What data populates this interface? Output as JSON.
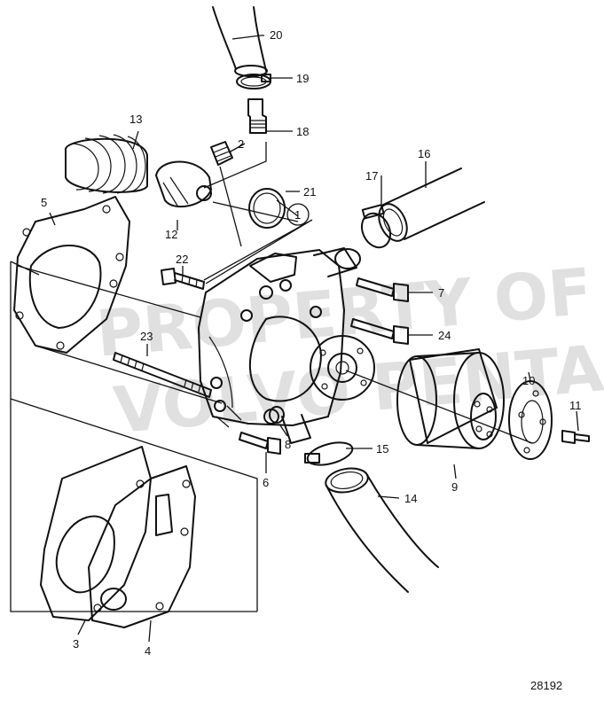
{
  "watermark": {
    "line1": "PROPERTY OF",
    "line2": "VOLVO PENTA"
  },
  "drawing_number": "28192",
  "callouts": [
    {
      "id": "callout-1",
      "number": "1"
    },
    {
      "id": "callout-2",
      "number": "2"
    },
    {
      "id": "callout-3",
      "number": "3"
    },
    {
      "id": "callout-4",
      "number": "4"
    },
    {
      "id": "callout-5",
      "number": "5"
    },
    {
      "id": "callout-6",
      "number": "6"
    },
    {
      "id": "callout-7",
      "number": "7"
    },
    {
      "id": "callout-8",
      "number": "8"
    },
    {
      "id": "callout-9",
      "number": "9"
    },
    {
      "id": "callout-10",
      "number": "10"
    },
    {
      "id": "callout-11",
      "number": "11"
    },
    {
      "id": "callout-12",
      "number": "12"
    },
    {
      "id": "callout-13",
      "number": "13"
    },
    {
      "id": "callout-14",
      "number": "14"
    },
    {
      "id": "callout-15",
      "number": "15"
    },
    {
      "id": "callout-16",
      "number": "16"
    },
    {
      "id": "callout-17",
      "number": "17"
    },
    {
      "id": "callout-18",
      "number": "18"
    },
    {
      "id": "callout-19",
      "number": "19"
    },
    {
      "id": "callout-20",
      "number": "20"
    },
    {
      "id": "callout-21",
      "number": "21"
    },
    {
      "id": "callout-22",
      "number": "22"
    },
    {
      "id": "callout-23",
      "number": "23"
    },
    {
      "id": "callout-24",
      "number": "24"
    }
  ]
}
